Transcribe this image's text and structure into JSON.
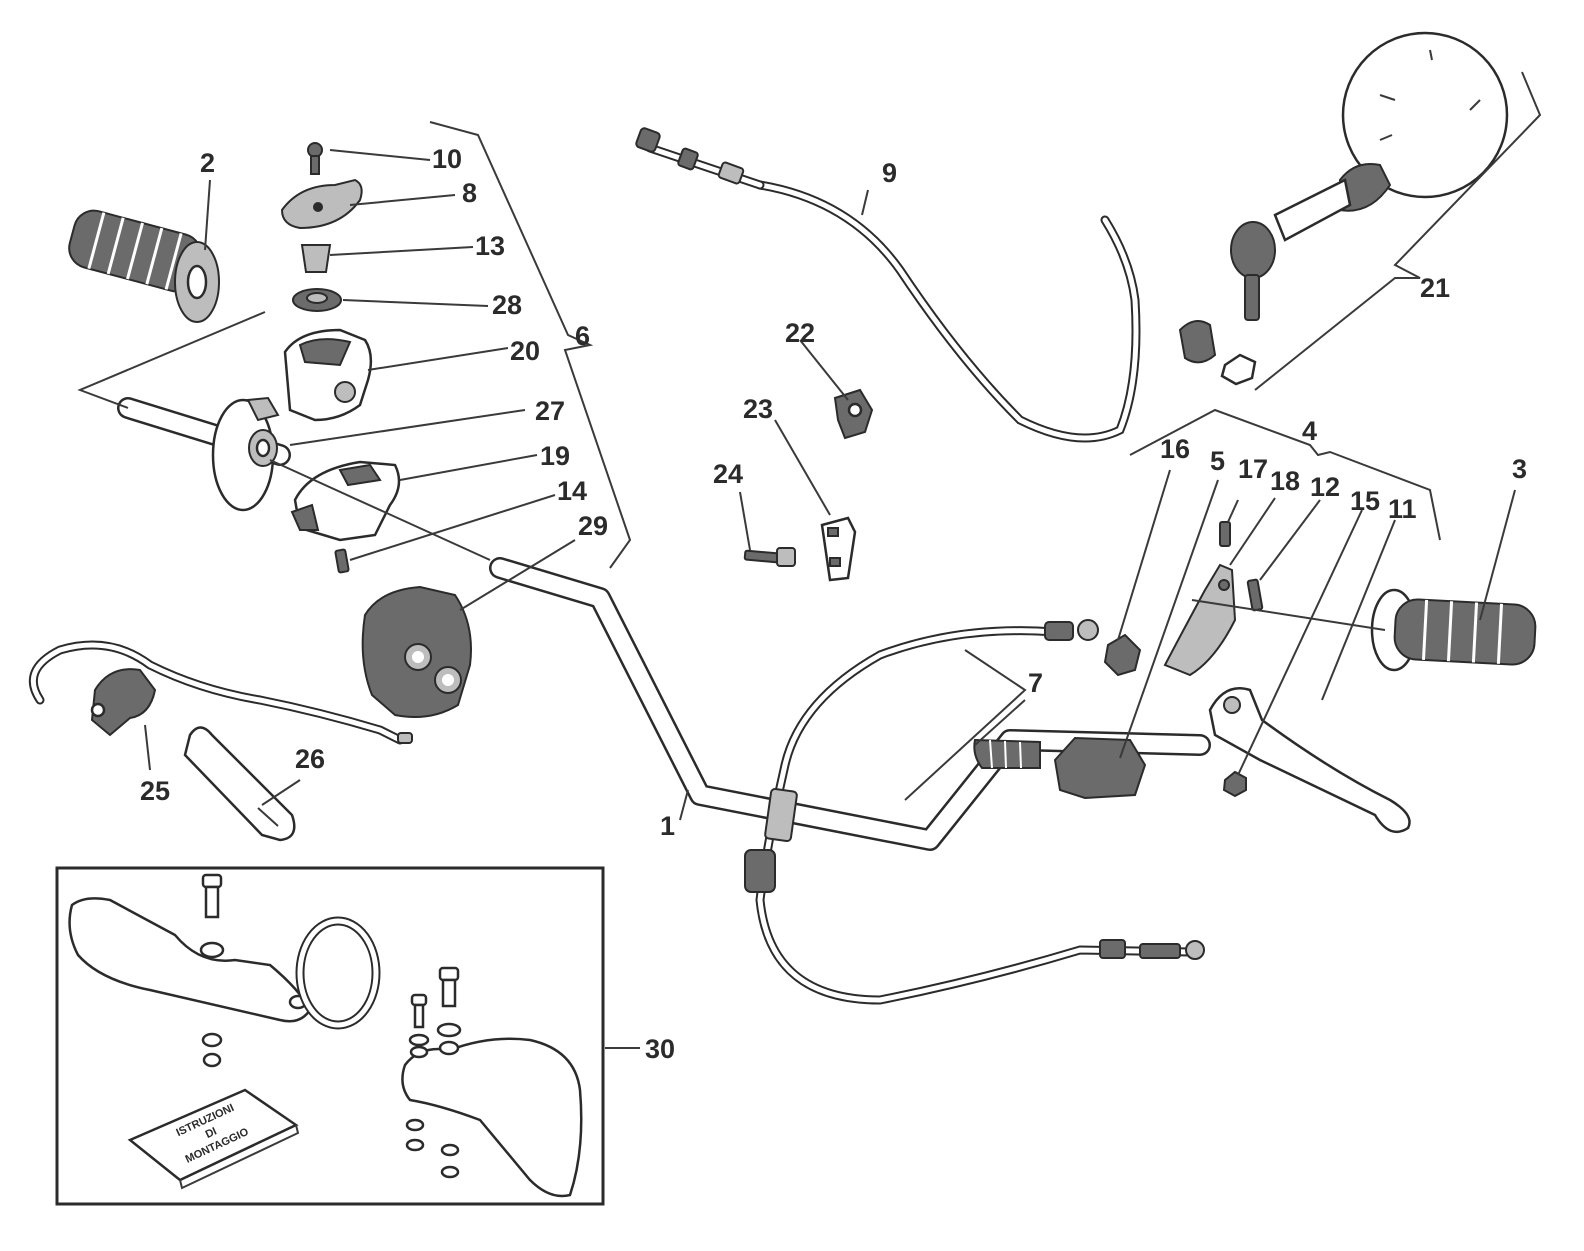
{
  "labels": {
    "l1": "1",
    "l2": "2",
    "l3": "3",
    "l4": "4",
    "l5": "5",
    "l6": "6",
    "l7": "7",
    "l8": "8",
    "l9": "9",
    "l10": "10",
    "l11": "11",
    "l12": "12",
    "l13": "13",
    "l14": "14",
    "l15": "15",
    "l16": "16",
    "l17": "17",
    "l18": "18",
    "l19": "19",
    "l20": "20",
    "l21": "21",
    "l22": "22",
    "l23": "23",
    "l24": "24",
    "l25": "25",
    "l26": "26",
    "l27": "27",
    "l28": "28",
    "l29": "29",
    "l30": "30"
  },
  "booklet": {
    "line1": "ISTRUZIONI",
    "line2": "DI",
    "line3": "MONTAGGIO"
  }
}
